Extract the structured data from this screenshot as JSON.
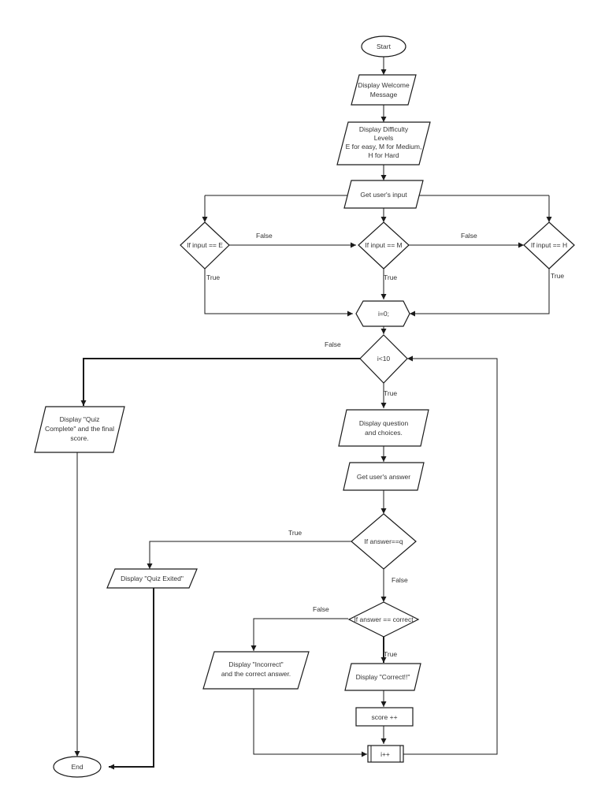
{
  "nodes": {
    "start": "Start",
    "welcome": [
      "Display Welcome",
      "Message"
    ],
    "difficulty": [
      "Display Difficulty",
      "Levels",
      "E for easy, M for Medium,",
      "H for Hard"
    ],
    "get_input": "Get user's input",
    "if_e": "If input == E",
    "if_m": "If input == M",
    "if_h": "If input == H",
    "init_i": "i=0;",
    "loop_cond": "i<10",
    "quiz_complete": [
      "Display \"Quiz",
      "Complete\" and the final",
      "score."
    ],
    "display_question": [
      "Display question",
      "and choices."
    ],
    "get_answer": "Get user's answer",
    "if_quit": "If answer==q",
    "quiz_exited": "Display \"Quiz Exited\"",
    "if_correct": "If answer == correct",
    "incorrect": [
      "Display \"Incorrect\"",
      "and the correct answer."
    ],
    "correct": "Display \"Correct!!\"",
    "score_inc": "score ++",
    "i_inc": "i++",
    "end": "End"
  },
  "edge_labels": {
    "e_false": "False",
    "e_true": "True",
    "m_false": "False",
    "m_true": "True",
    "h_true": "True",
    "loop_false": "False",
    "loop_true": "True",
    "quit_true": "True",
    "quit_false": "False",
    "correct_false": "False",
    "correct_true": "True"
  }
}
